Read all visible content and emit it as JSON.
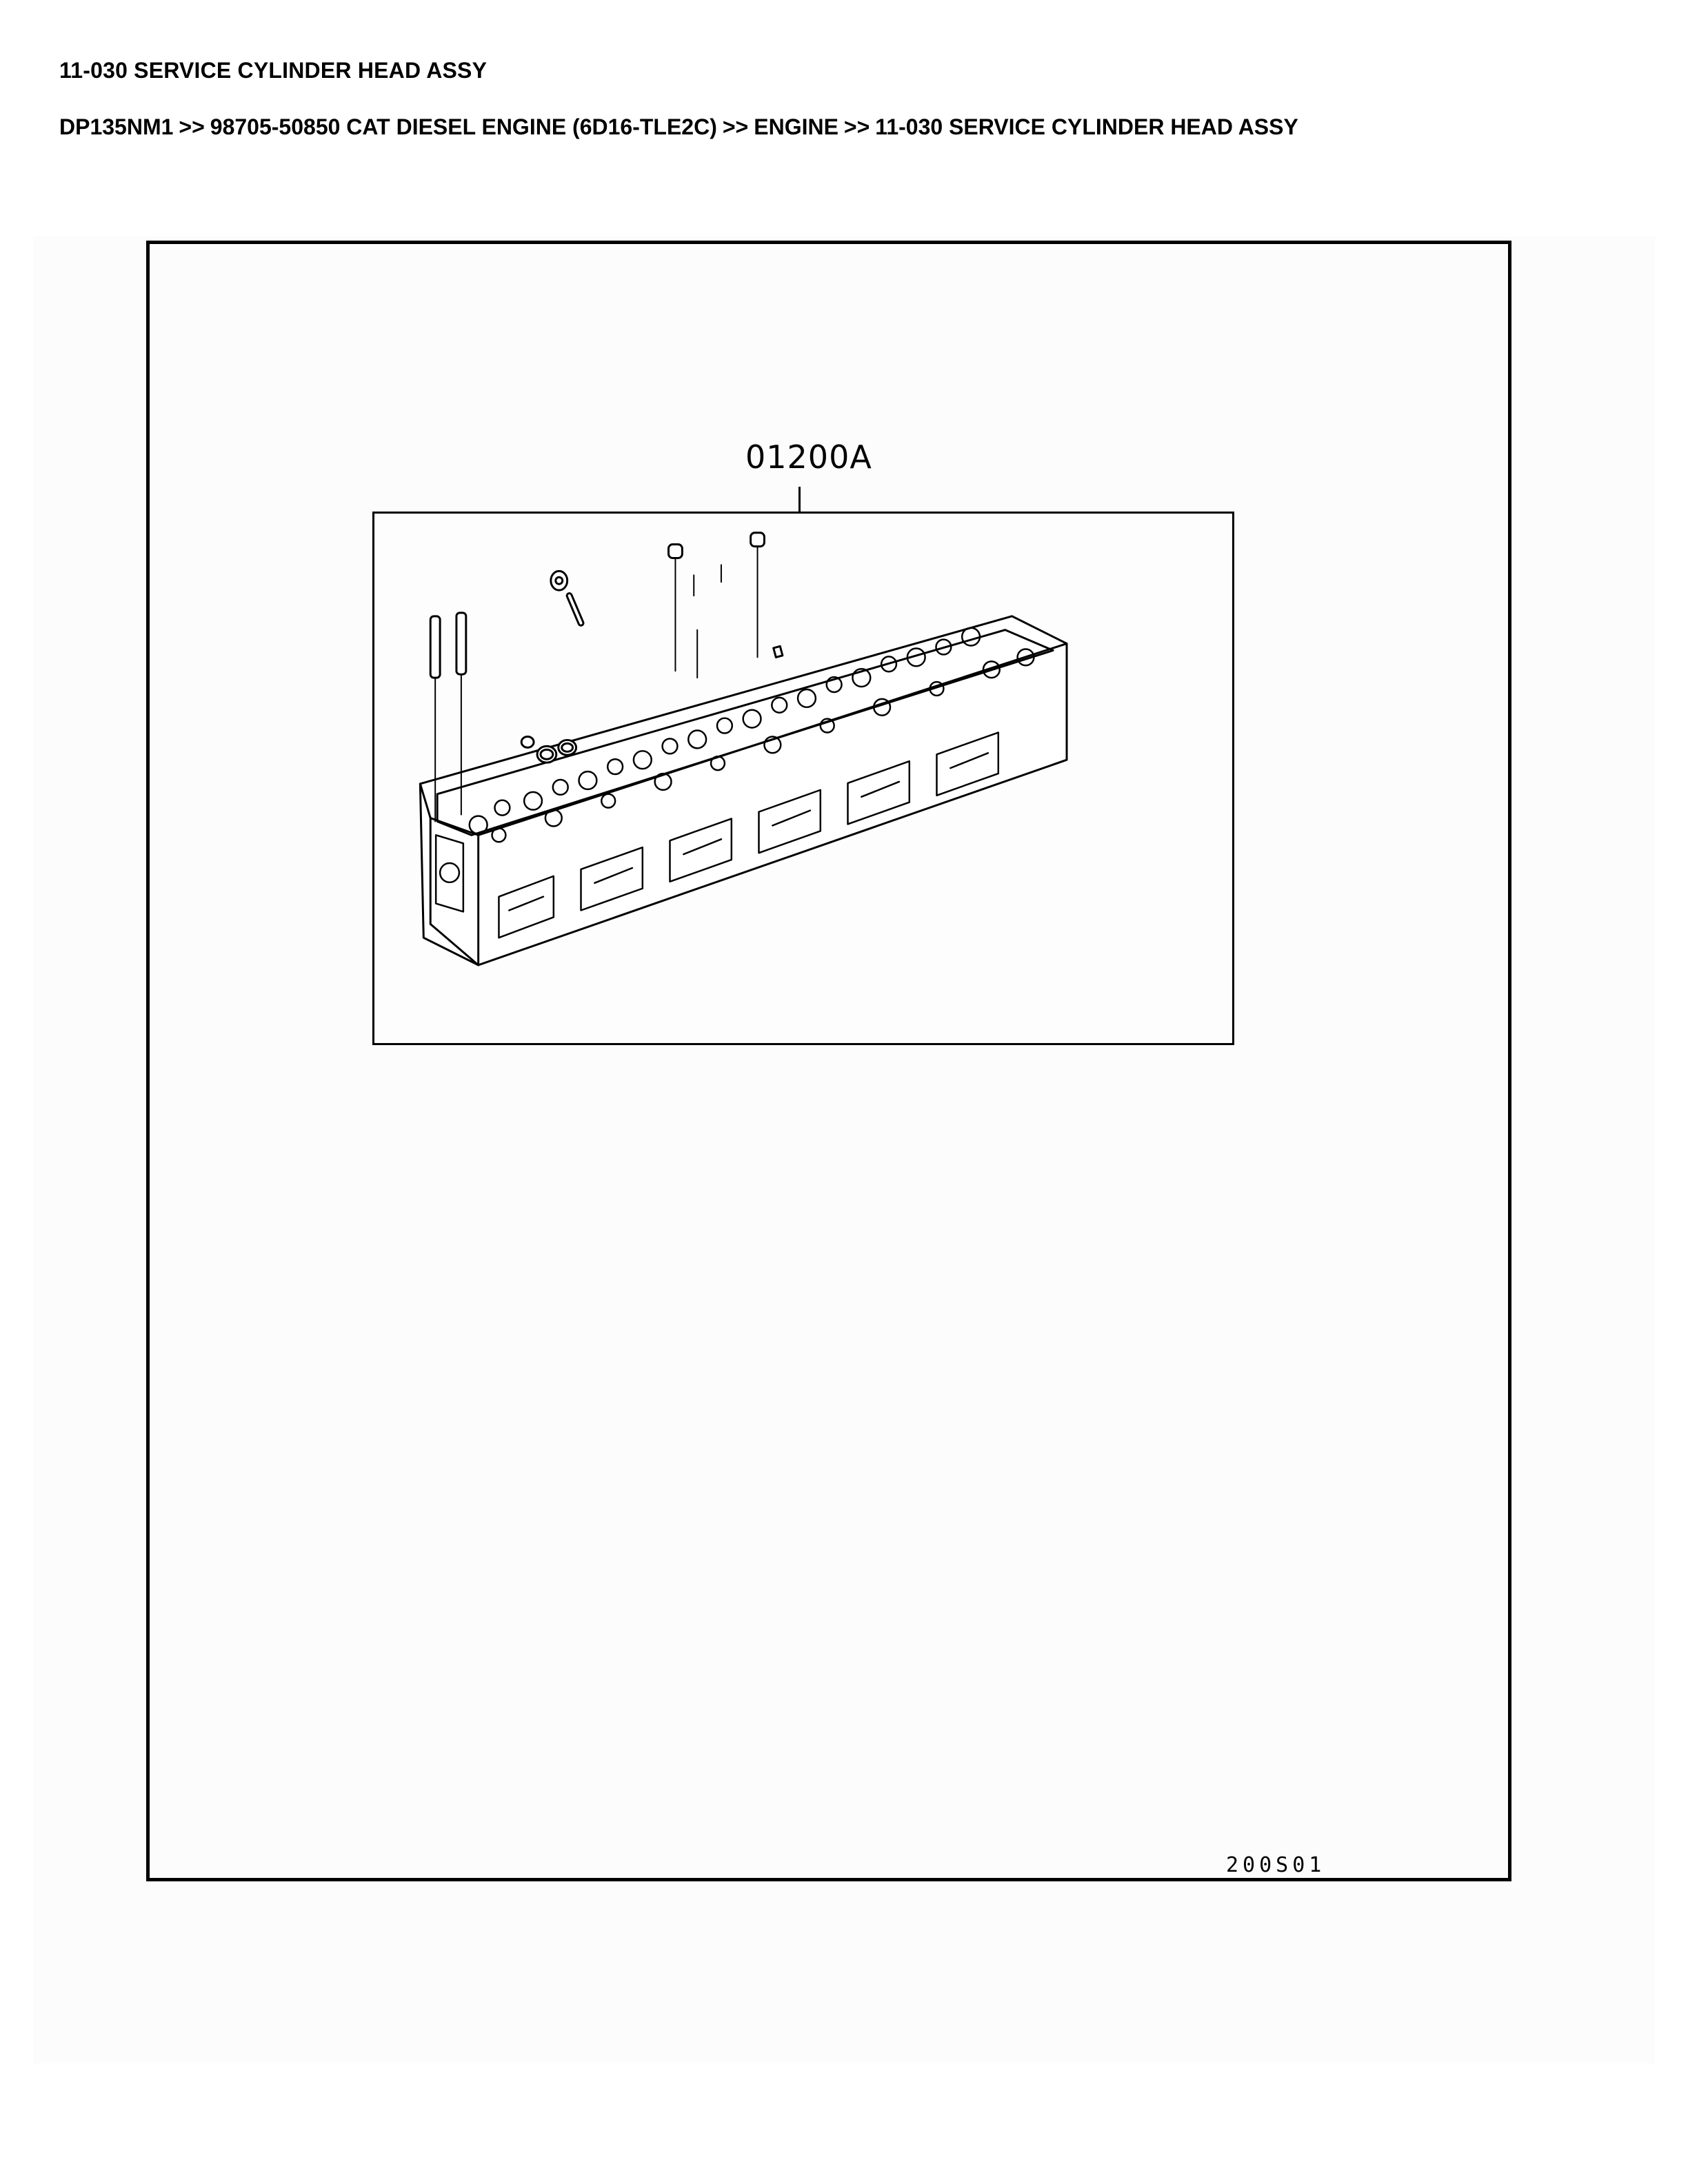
{
  "page": {
    "title": "11-030 SERVICE CYLINDER HEAD ASSY",
    "breadcrumb": [
      "DP135NM1",
      "98705-50850 CAT DIESEL ENGINE (6D16-TLE2C)",
      "ENGINE",
      "11-030 SERVICE CYLINDER HEAD ASSY"
    ],
    "breadcrumb_separator": ">>"
  },
  "diagram": {
    "assembly_part_code": "01200A",
    "illustration": "cylinder-head-assembly-exploded-view",
    "components_shown": [
      "cylinder-head",
      "valve-guide",
      "valve-guide",
      "plug",
      "stud",
      "valve-seat-insert",
      "valve-seat-insert",
      "cap",
      "plug",
      "plug",
      "dowel"
    ],
    "drawing_reference": "200S01"
  }
}
